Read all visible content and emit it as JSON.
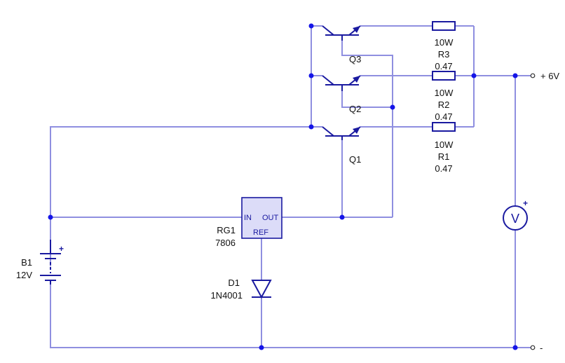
{
  "components": {
    "q3": {
      "ref": "Q3"
    },
    "q2": {
      "ref": "Q2"
    },
    "q1": {
      "ref": "Q1"
    },
    "r3": {
      "power": "10W",
      "ref": "R3",
      "value": "0.47"
    },
    "r2": {
      "power": "10W",
      "ref": "R2",
      "value": "0.47"
    },
    "r1": {
      "power": "10W",
      "ref": "R1",
      "value": "0.47"
    },
    "rg1": {
      "ref": "RG1",
      "part": "7806",
      "pin_in": "IN",
      "pin_out": "OUT",
      "pin_ref": "REF"
    },
    "d1": {
      "ref": "D1",
      "part": "1N4001"
    },
    "b1": {
      "ref": "B1",
      "value": "12V",
      "plus": "+"
    },
    "vmeter": {
      "symbol": "V",
      "plus": "+"
    }
  },
  "terminals": {
    "positive": "+ 6V",
    "negative": "-"
  },
  "colors": {
    "wire": "#8f8fe0",
    "component": "#1a1aa0",
    "junction": "#1515e8",
    "regulator_fill": "#dcdcf8"
  }
}
